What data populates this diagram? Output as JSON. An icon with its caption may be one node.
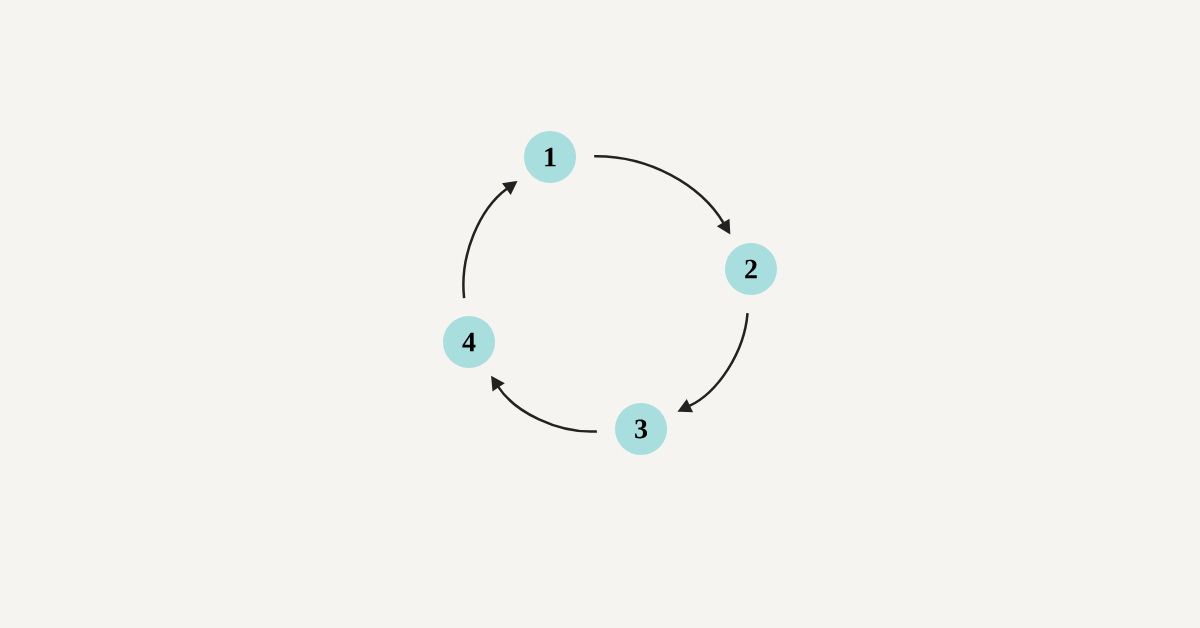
{
  "diagram": {
    "nodes": [
      {
        "text": [
          "1"
        ]
      },
      {
        "text": [
          "2"
        ]
      },
      {
        "text": [
          "3"
        ]
      },
      {
        "text": [
          "4"
        ]
      }
    ],
    "edges": [
      {
        "from": 0,
        "to": 1,
        "arrow": "to"
      },
      {
        "from": 1,
        "to": 2,
        "arrow": "to"
      },
      {
        "from": 2,
        "to": 3,
        "arrow": "to"
      },
      {
        "from": 3,
        "to": 0,
        "arrow": "to"
      }
    ]
  }
}
